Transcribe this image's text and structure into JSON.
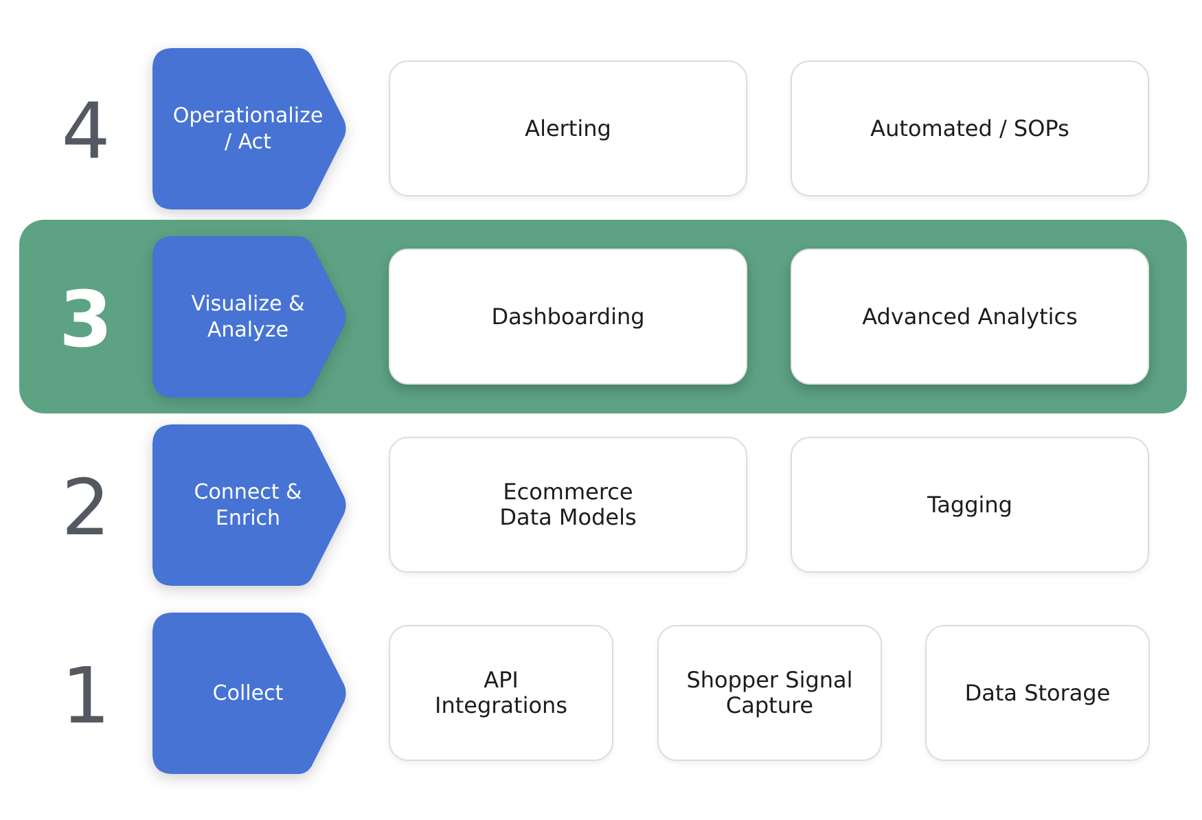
{
  "rows": [
    {
      "level": "4",
      "stage": "Operationalize\n/ Act",
      "items": [
        "Alerting",
        "Automated / SOPs"
      ]
    },
    {
      "level": "3",
      "stage": "Visualize &\nAnalyze",
      "items": [
        "Dashboarding",
        "Advanced Analytics"
      ]
    },
    {
      "level": "2",
      "stage": "Connect &\nEnrich",
      "items": [
        "Ecommerce\nData Models",
        "Tagging"
      ]
    },
    {
      "level": "1",
      "stage": "Collect",
      "items": [
        "API\nIntegrations",
        "Shopper Signal\nCapture",
        "Data Storage"
      ]
    }
  ],
  "colors": {
    "stage_fill": "#4673d4",
    "highlight": "#5da383",
    "number": "#545861",
    "card_text": "#1c1c1e"
  },
  "highlighted_level": "3"
}
